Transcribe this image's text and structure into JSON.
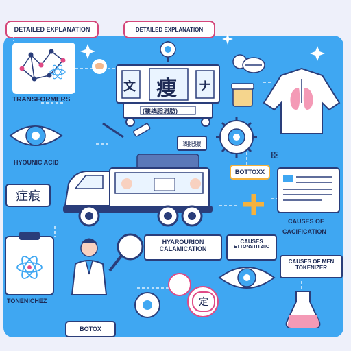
{
  "top_labels": {
    "left": "DETAILED EXPLANATION",
    "center": "DETAILED EXPLANATION"
  },
  "left_column": {
    "transformers": "TRANSFORMERS",
    "hyaluronic": "HYOUNIC ACID",
    "cjk_block": "症痕",
    "bottom": "TONENICHEZ"
  },
  "center": {
    "tram_sign_left": "文",
    "tram_sign_main": "痩",
    "tram_sign_right": "ナ",
    "tram_banner": "(腰线脂消肪)",
    "van_tag": "瑚肥膿",
    "botox_bottom": "BOTOX",
    "hyaluronic_box_line1": "HYAROURION",
    "hyaluronic_box_line2": "CALAMICATION",
    "causes_box_line1": "CAUSES",
    "causes_box_line2": "ETTONSTITZIIC",
    "seal_char": "定"
  },
  "right_column": {
    "botox_tag": "BOTTOXX",
    "small_tag": "臣",
    "causes_line1": "CAUSES OF",
    "causes_line2": "CACIFICATION",
    "tokenizer_line1": "CAUSES OF MEN",
    "tokenizer_line2": "TOKENIZER"
  },
  "colors": {
    "panel": "#3fa7f2",
    "accent_pink": "#e04a86",
    "navy": "#1d2a55"
  },
  "icons": [
    "network-icon",
    "atom-icon",
    "eye-icon",
    "tram-icon",
    "van-icon",
    "lungs-icon",
    "gear-icon",
    "doctor-icon",
    "magnifier-icon",
    "clipboard-icon",
    "flask-icon",
    "syringe-icon",
    "document-icon"
  ]
}
